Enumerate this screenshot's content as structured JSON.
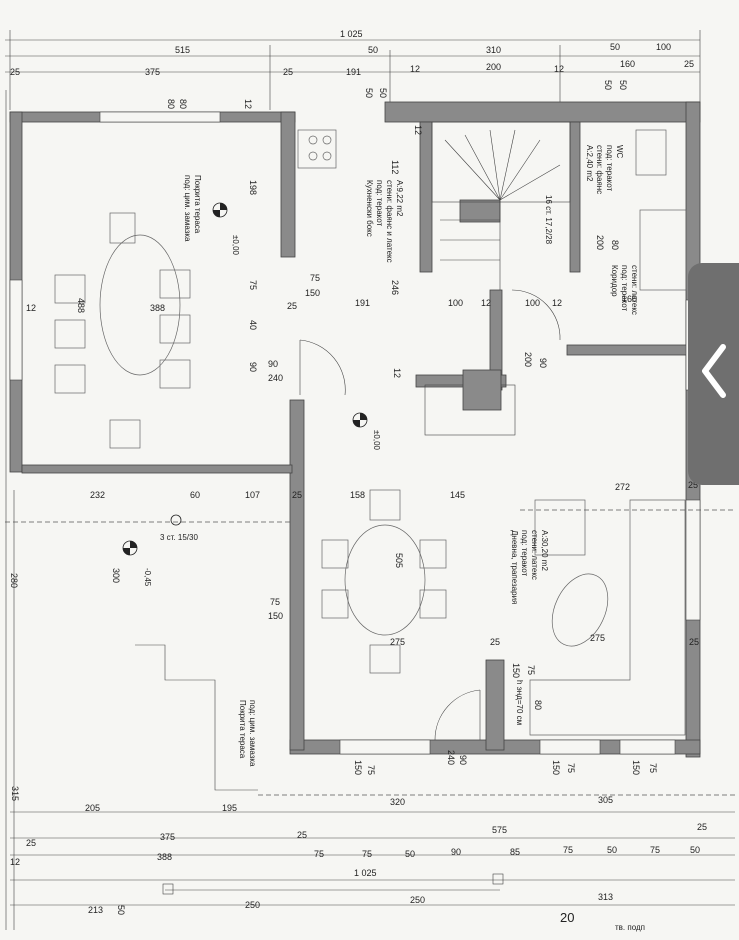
{
  "top_dims": {
    "r1": [
      "1 025"
    ],
    "r2": [
      "515",
      "50",
      "310",
      "50",
      "100"
    ],
    "r3": [
      "25",
      "375",
      "25",
      "191",
      "12",
      "200",
      "12",
      "160",
      "25"
    ]
  },
  "inner_dims": [
    "80",
    "80",
    "12",
    "50",
    "50",
    "50",
    "50",
    "12",
    "112",
    "198",
    "488",
    "388",
    "75",
    "150",
    "25",
    "191",
    "246",
    "100",
    "12",
    "100",
    "12",
    "160",
    "90",
    "240",
    "12",
    "80",
    "200",
    "90",
    "200",
    "75",
    "40",
    "90",
    "12"
  ],
  "mid_dims": [
    "232",
    "60",
    "107",
    "25",
    "158",
    "145",
    "272",
    "25"
  ],
  "lower_dims": [
    "300",
    "280",
    "505",
    "75",
    "150",
    "275",
    "25",
    "275",
    "25",
    "75",
    "150",
    "90",
    "240",
    "150",
    "75",
    "150",
    "75",
    "150",
    "75",
    "80"
  ],
  "bottom_dims": {
    "b1": [
      "315",
      "205",
      "195",
      "320",
      "305"
    ],
    "b2": [
      "25",
      "375",
      "25",
      "575",
      "25"
    ],
    "b3": [
      "12",
      "388",
      "75",
      "75",
      "50",
      "90",
      "85",
      "75",
      "50",
      "75",
      "50"
    ],
    "b4": [
      "1 025"
    ],
    "b5": [
      "213",
      "50",
      "250",
      "250",
      "313"
    ]
  },
  "rooms": {
    "terrace_top": [
      "Покрита тераса",
      "под: цим. замазка"
    ],
    "kitchen": [
      "Кухненски бокс",
      "под: теракот",
      "стени: фаянс и латекс",
      "А:9,22 m2"
    ],
    "wc": [
      "WC",
      "под: теракот",
      "стени: фаянс",
      "А:2,40 m2"
    ],
    "corridor": [
      "Коридор",
      "под: теракот",
      "стени: латекс"
    ],
    "living": [
      "Дневна, трапезария",
      "под: теракот",
      "стени: латекс",
      "А:30,20 m2"
    ],
    "terrace_bottom": [
      "Покрита тераса",
      "под: цим. замазка"
    ]
  },
  "levels": {
    "terrace_level": "±0,00",
    "living_level": "±0,00",
    "outside_level": "-0,45"
  },
  "stairs": {
    "main": "16 ст. 17,2/28",
    "outside": "3 ст. 15/30"
  },
  "sill": "h энд=70 см",
  "corner_marks": [
    "20",
    "тв. подп"
  ],
  "nav": {
    "icon": "chevron-left-icon",
    "color": "#6f6f6f"
  }
}
